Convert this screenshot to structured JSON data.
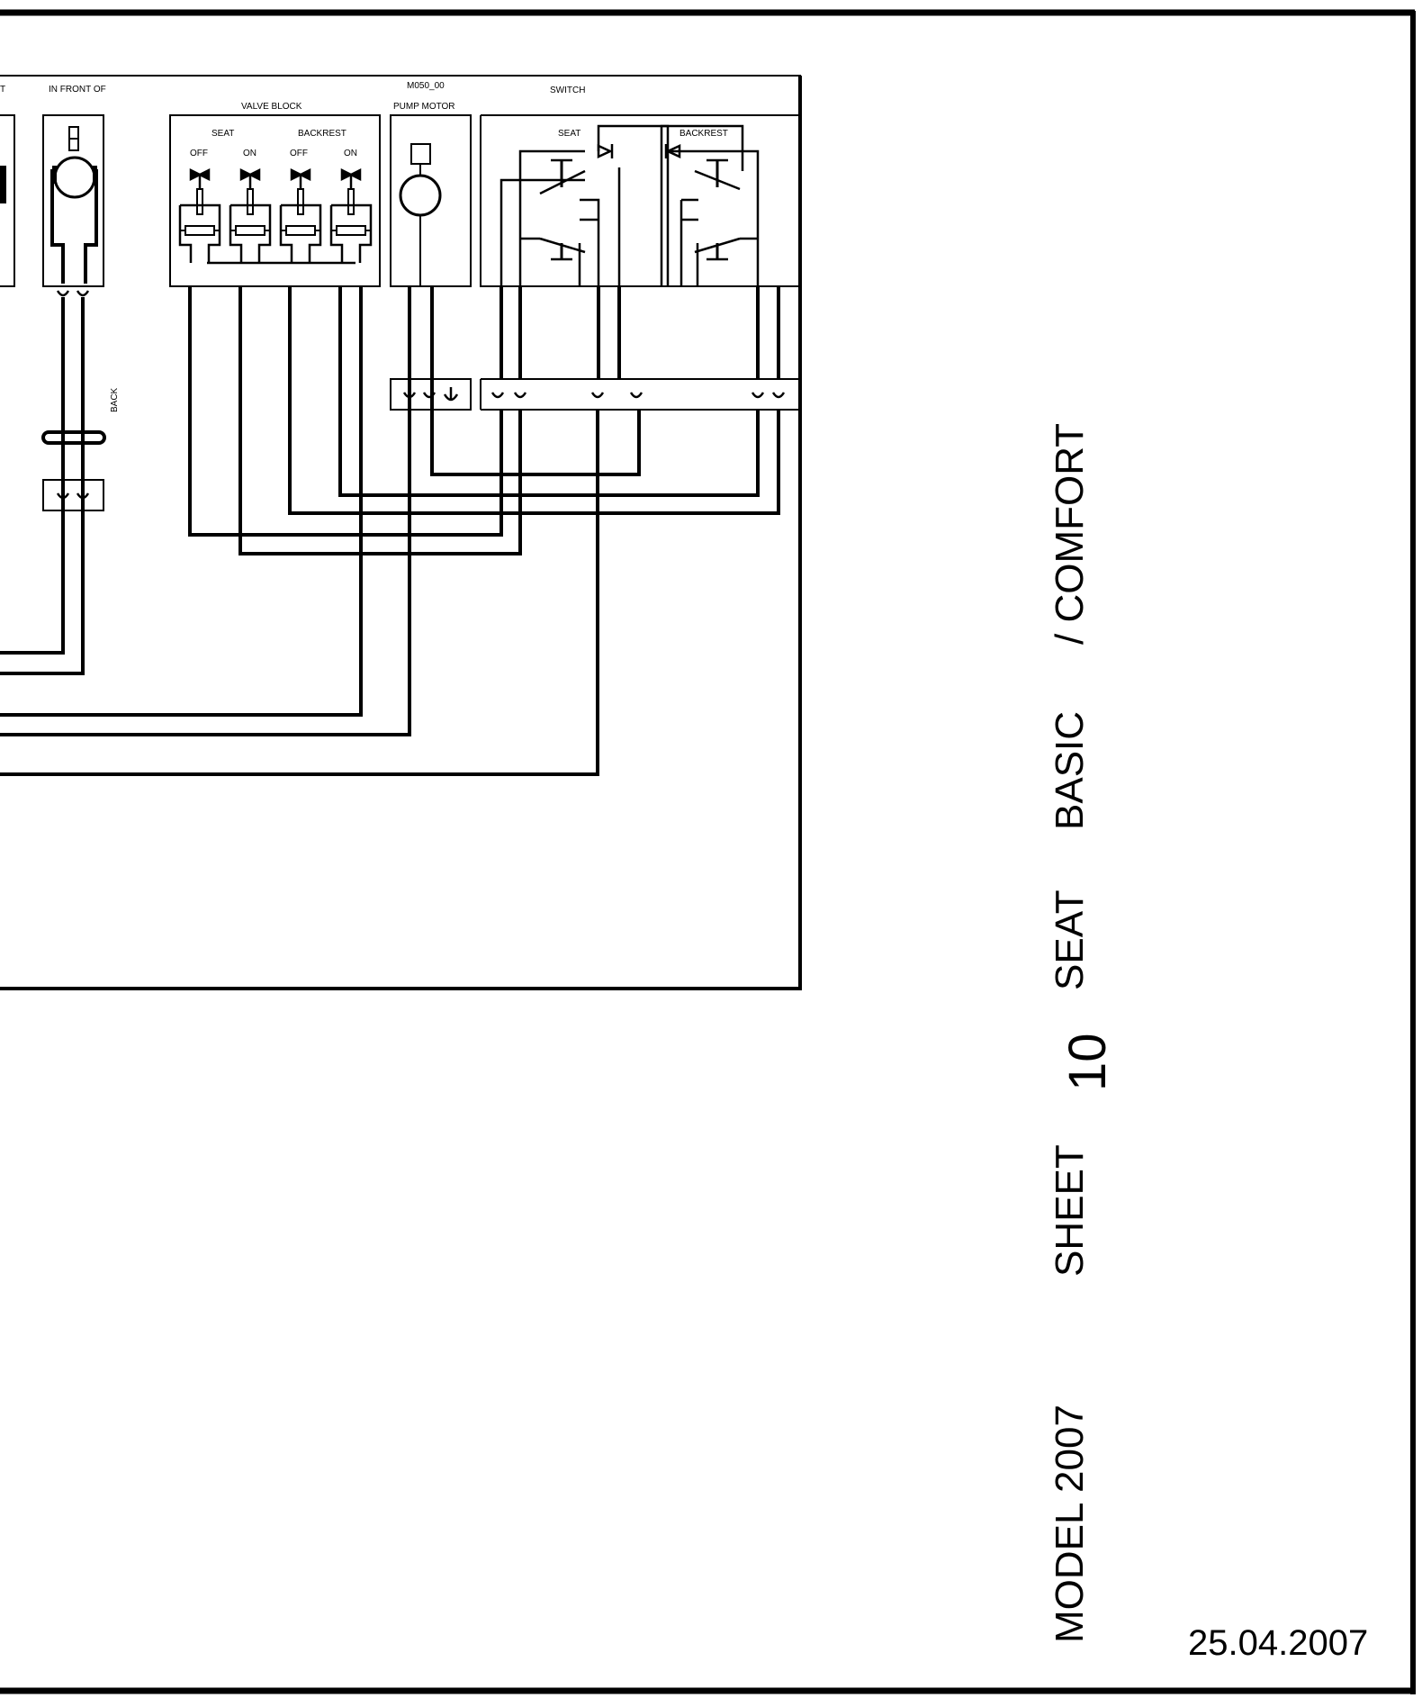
{
  "labels": {
    "left_cut_label": "T",
    "in_front_of": "IN FRONT OF",
    "back": "BACK",
    "valve_block": "VALVE BLOCK",
    "seat": "SEAT",
    "backrest": "BACKREST",
    "off": "OFF",
    "on": "ON",
    "pump_code": "M050_00",
    "pump_motor": "PUMP MOTOR",
    "switch": "SWITCH",
    "switch_seat": "SEAT",
    "switch_backrest": "BACKREST"
  },
  "title_block": {
    "model": "MODEL 2007",
    "sheet_label": "SHEET",
    "sheet_number": "10",
    "seat": "SEAT",
    "basic": "BASIC",
    "comfort": "/ COMFORT",
    "date": "25.04.2007"
  }
}
